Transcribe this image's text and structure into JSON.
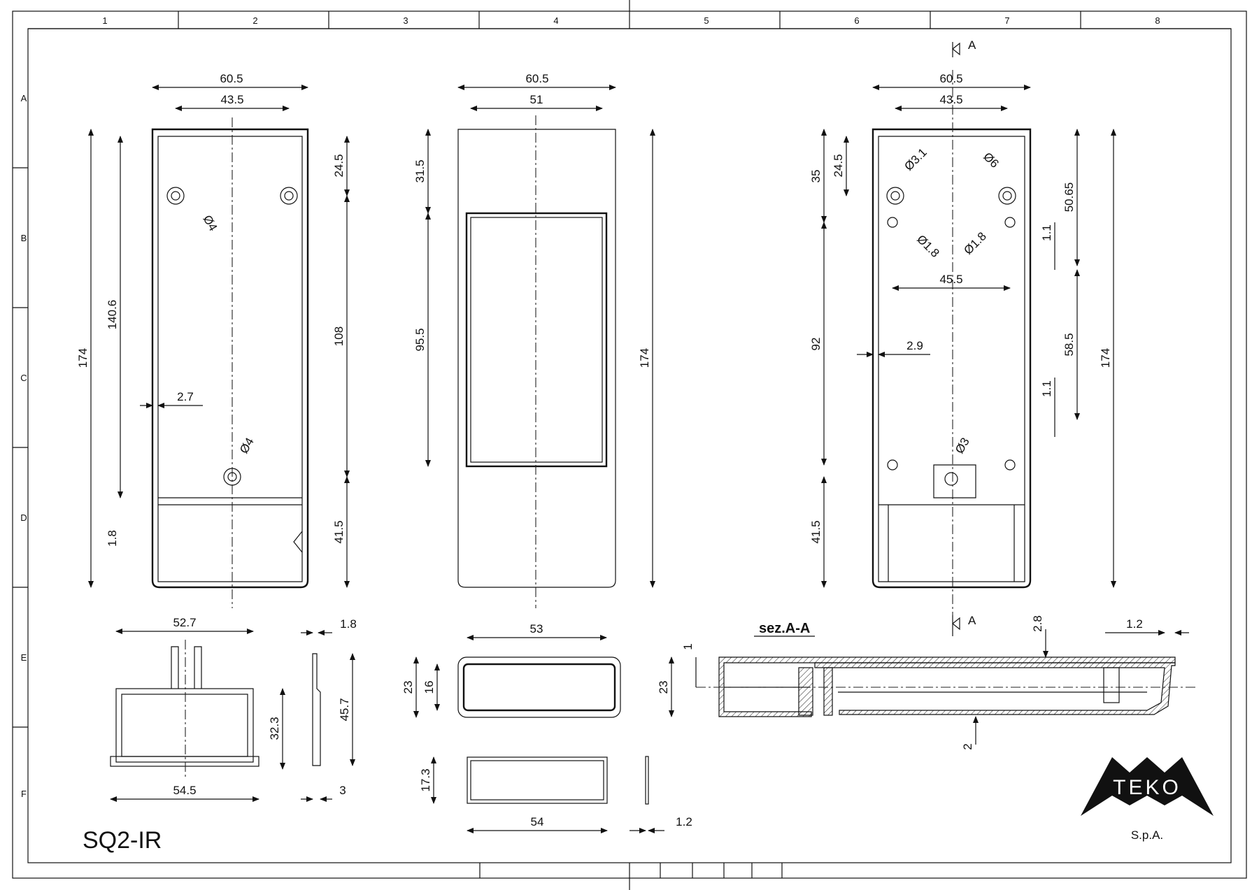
{
  "sheet": {
    "model": "SQ2-IR",
    "company": "TEKO",
    "company_suffix": "S.p.A.",
    "section_label": "sez.A-A",
    "section_marker": "A",
    "columns": [
      "1",
      "2",
      "3",
      "4",
      "5",
      "6",
      "7",
      "8"
    ],
    "rows": [
      "A",
      "B",
      "C",
      "D",
      "E",
      "F"
    ]
  },
  "views": {
    "left": {
      "width_outer": "60.5",
      "width_inner": "43.5",
      "top_offset": "24.5",
      "height_total": "174",
      "height_inner": "140.6",
      "height_mid": "108",
      "bottom_offset": "41.5",
      "hole_dia_top": "Ø4",
      "hole_dia_bottom": "Ø4",
      "wall": "2.7",
      "lip": "1.8"
    },
    "middle": {
      "width_outer": "60.5",
      "width_inner": "51",
      "top_offset": "31.5",
      "window_height": "95.5",
      "height_total": "174"
    },
    "right": {
      "width_outer": "60.5",
      "width_inner": "43.5",
      "top_a": "24.5",
      "top_b": "35",
      "hole_big": "Ø3.1",
      "hole_small": "Ø6",
      "pin_a": "Ø1.8",
      "pin_b": "Ø1.8",
      "span": "45.5",
      "height_right": "50.65",
      "gap_a": "1.1",
      "gap_b": "1.1",
      "rail": "58.5",
      "height_total": "174",
      "mid": "92",
      "wall": "2.9",
      "hole_bottom": "Ø3",
      "bottom_offset": "41.5"
    },
    "end_view": {
      "width_top": "52.7",
      "width_bottom": "54.5",
      "height": "32.3"
    },
    "side_view": {
      "thick_top": "1.8",
      "height": "45.7",
      "thick_bottom": "3"
    },
    "front_end": {
      "width": "53",
      "height_outer": "23",
      "height_inner": "16"
    },
    "cover": {
      "height": "17.3",
      "width": "54",
      "thickness": "1.2"
    },
    "section": {
      "top_wall": "2.8",
      "end_wall": "1.2",
      "gap": "1",
      "height": "23",
      "bottom_wall": "2"
    }
  }
}
